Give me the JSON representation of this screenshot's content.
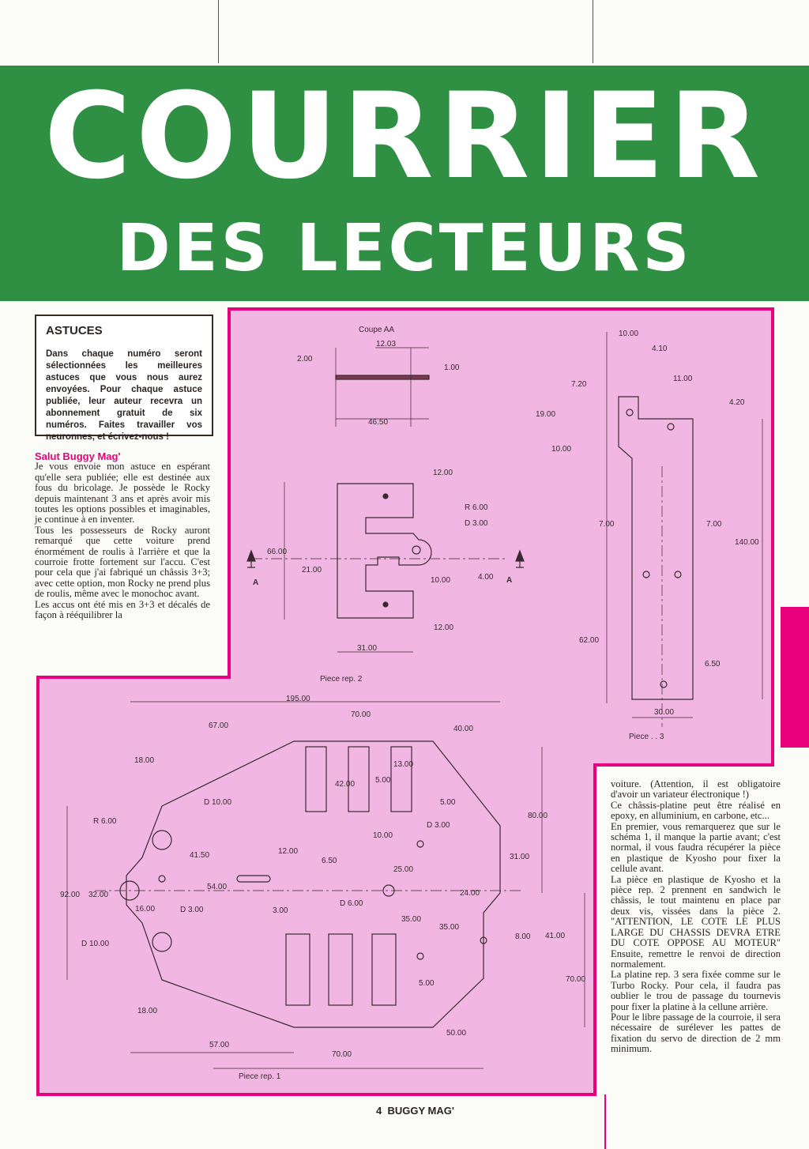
{
  "header": {
    "title": "COURRIER",
    "subtitle": "DES LECTEURS"
  },
  "astuces": {
    "title": "ASTUCES",
    "text": "Dans chaque numéro seront sélectionnées les meilleures astuces que vous nous aurez envoyées. Pour chaque astuce publiée, leur auteur recevra un abonnement gratuit de six numéros. Faites travailler vos neuronnes, et écrivez-nous !"
  },
  "letter": {
    "greeting": "Salut Buggy Mag'",
    "p1": "Je vous envoie mon astuce en espérant qu'elle sera publiée; elle est destinée aux fous du bricolage. Je possède le Rocky depuis maintenant 3 ans et après avoir mis toutes les options possibles et imaginables, je continue à en inventer.",
    "p2": "Tous les possesseurs de Rocky auront remarqué que cette voiture prend énormément de roulis à l'arrière et que la courroie frotte fortement sur l'accu. C'est pour cela que j'ai fabriqué un châssis 3+3; avec cette option, mon Rocky ne prend plus de roulis, même avec le monochoc avant.",
    "p3": "Les accus ont été mis en 3+3 et décalés de façon à rééquilibrer la",
    "r1": "voiture. (Attention, il est obligatoire d'avoir un variateur électronique !)",
    "r2": "Ce châssis-platine peut être réalisé en epoxy, en alluminium, en carbone, etc...",
    "r3": "En premier, vous remarquerez que sur le schéma 1, il manque la partie avant; c'est normal, il vous faudra récupérer la pièce en plastique de Kyosho pour fixer la cellule avant.",
    "r4": "La pièce en plastique de Kyosho et la pièce rep. 2 prennent en sandwich le châssis, le tout maintenu en place par deux vis, vissées dans la pièce 2. \"ATTENTION, LE COTE LE PLUS LARGE DU CHASSIS DEVRA ETRE DU COTE OPPOSE AU MOTEUR\" Ensuite, remettre le renvoi de direction normalement.",
    "r5": "La platine rep. 3 sera fixée comme sur le Turbo Rocky. Pour cela, il faudra pas oublier le trou de passage du tournevis pour fixer la platine à la cellune arrière.",
    "r6": "Pour le libre passage de la courroie, il sera nécessaire de surélever les pattes de fixation du servo de direction de 2 mm minimum."
  },
  "drawing": {
    "coupe": "Coupe AA",
    "piece2": "Piece rep. 2",
    "piece3": "Piece . . 3",
    "piece1": "Piece rep. 1",
    "section_mark": "A",
    "dims": {
      "c1203": "12.03",
      "c200": "2.00",
      "c100": "1.00",
      "c4650": "46.50",
      "p1200a": "12.00",
      "r600": "R 6.00",
      "d300a": "D 3.00",
      "p6600": "66.00",
      "p2100": "21.00",
      "p1000a": "10.00",
      "p400": "4.00",
      "p1200b": "12.00",
      "p3100": "31.00",
      "q1000": "10.00",
      "q410": "4.10",
      "q1100": "11.00",
      "q720": "7.20",
      "q420": "4.20",
      "q1900": "19.00",
      "q1000b": "10.00",
      "q700a": "7.00",
      "q700b": "7.00",
      "q14000": "140.00",
      "q6200": "62.00",
      "q650": "6.50",
      "q3000": "30.00",
      "b19500": "195.00",
      "b7000a": "70.00",
      "b6700": "67.00",
      "b4000": "40.00",
      "b1800a": "18.00",
      "b1300": "13.00",
      "b4200": "42.00",
      "b500a": "5.00",
      "b500b": "5.00",
      "b1000": "10.00",
      "b8000": "80.00",
      "bd1000a": "D 10.00",
      "br600": "R 6.00",
      "b4150": "41.50",
      "b1200": "12.00",
      "b650": "6.50",
      "b5400": "54.00",
      "b9200": "92.00",
      "b3200": "32.00",
      "b1600": "16.00",
      "bd300a": "D 3.00",
      "bd1000b": "D 10.00",
      "b300": "3.00",
      "bd600": "D 6.00",
      "bd300b": "D 3.00",
      "b2500": "25.00",
      "b3100": "31.00",
      "b2400": "24.00",
      "b3500a": "35.00",
      "b3500b": "35.00",
      "b800": "8.00",
      "b4100": "41.00",
      "b500c": "5.00",
      "b7000b": "70.00",
      "b1800b": "18.00",
      "b5700": "57.00",
      "b5000": "50.00",
      "b7000c": "70.00"
    }
  },
  "footer": {
    "page": "4",
    "mag": "BUGGY MAG'"
  },
  "colors": {
    "green": "#2f8f43",
    "pink": "#f2b6e2",
    "magenta": "#e8007c"
  }
}
